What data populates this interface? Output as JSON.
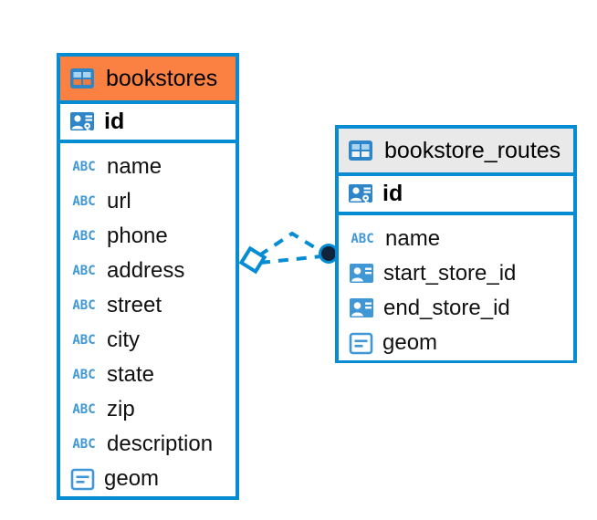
{
  "diagram": {
    "type": "entity-relationship-diagram",
    "background_color": "#ffffff",
    "accent_color": "#068cd2",
    "highlight_color": "#fa8142",
    "neutral_header_color": "#e9e9e9"
  },
  "tables": [
    {
      "name": "bookstores",
      "header_style": "accent",
      "table_icon": "table-icon",
      "primary_key": {
        "name": "id",
        "icon": "primary-key-icon"
      },
      "columns": [
        {
          "name": "name",
          "icon": "text-type-icon",
          "type_label": "ABC"
        },
        {
          "name": "url",
          "icon": "text-type-icon",
          "type_label": "ABC"
        },
        {
          "name": "phone",
          "icon": "text-type-icon",
          "type_label": "ABC"
        },
        {
          "name": "address",
          "icon": "text-type-icon",
          "type_label": "ABC"
        },
        {
          "name": "street",
          "icon": "text-type-icon",
          "type_label": "ABC"
        },
        {
          "name": "city",
          "icon": "text-type-icon",
          "type_label": "ABC"
        },
        {
          "name": "state",
          "icon": "text-type-icon",
          "type_label": "ABC"
        },
        {
          "name": "zip",
          "icon": "text-type-icon",
          "type_label": "ABC"
        },
        {
          "name": "description",
          "icon": "text-type-icon",
          "type_label": "ABC"
        },
        {
          "name": "geom",
          "icon": "geometry-type-icon",
          "type_label": ""
        }
      ]
    },
    {
      "name": "bookstore_routes",
      "header_style": "neutral",
      "table_icon": "table-icon",
      "primary_key": {
        "name": "id",
        "icon": "primary-key-icon"
      },
      "columns": [
        {
          "name": "name",
          "icon": "text-type-icon",
          "type_label": "ABC"
        },
        {
          "name": "start_store_id",
          "icon": "foreign-key-icon",
          "type_label": ""
        },
        {
          "name": "end_store_id",
          "icon": "foreign-key-icon",
          "type_label": ""
        },
        {
          "name": "geom",
          "icon": "geometry-type-icon",
          "type_label": ""
        }
      ]
    }
  ],
  "relationship": {
    "style": "dashed",
    "line_color": "#068cd2",
    "source_endpoint": "diamond-endpoint",
    "target_endpoint": "circle-endpoint",
    "target_endpoint_fill": "#10243c"
  }
}
